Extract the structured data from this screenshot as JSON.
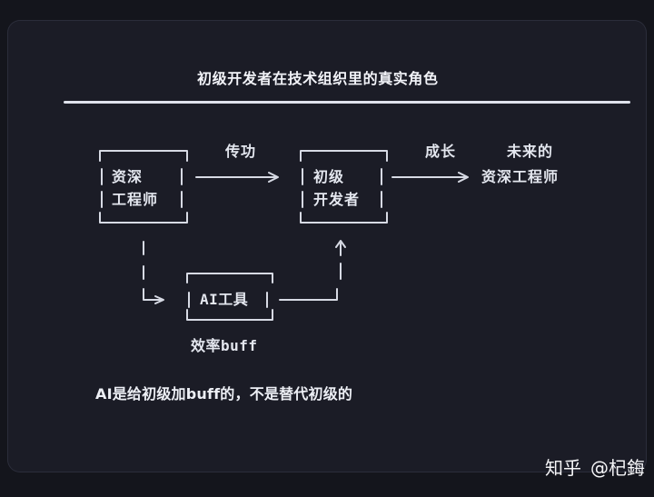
{
  "title": "初级开发者在技术组织里的真实角色",
  "diagram": {
    "senior_box": {
      "line1": "资深",
      "line2": "工程师"
    },
    "mentor_arrow_label": "传功",
    "junior_box": {
      "line1": "初级",
      "line2": "开发者"
    },
    "growth_arrow_label": "成长",
    "future_label": {
      "line1": "未来的",
      "line2": "资深工程师"
    },
    "ai_box": {
      "label": "AI工具"
    },
    "ai_caption": "效率buff"
  },
  "note": "AI是给初级加buff的，不是替代初级的",
  "watermark": {
    "brand": "知乎",
    "user": "@杞鋂"
  },
  "colors": {
    "page_bg": "#14151c",
    "card_bg": "#1b1c26",
    "card_edge": "#2b2d3a",
    "line": "#d7dae4",
    "text": "#e4e7ef",
    "title_text": "#f2f3f8"
  }
}
